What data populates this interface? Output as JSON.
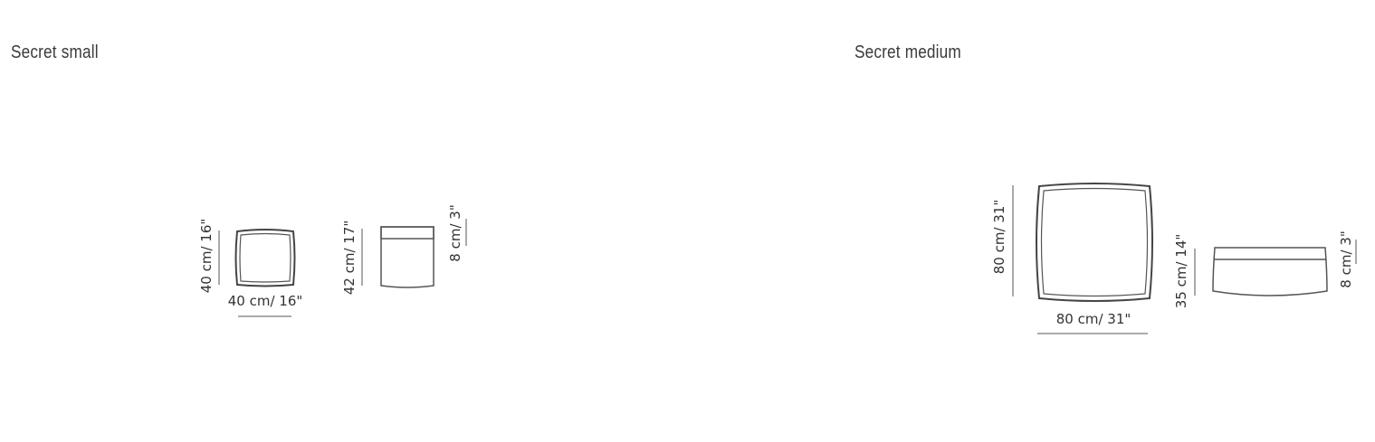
{
  "products": [
    {
      "title": "Secret small",
      "top_view": {
        "height_label": "40 cm/ 16\"",
        "width_label": "40 cm/ 16\""
      },
      "side_view": {
        "height_label": "42 cm/ 17\"",
        "cushion_label": "8 cm/ 3\""
      }
    },
    {
      "title": "Secret medium",
      "top_view": {
        "height_label": "80 cm/ 31\"",
        "width_label": "80 cm/ 31\""
      },
      "side_view": {
        "height_label": "35 cm/ 14\"",
        "cushion_label": "8 cm/ 3\""
      }
    }
  ]
}
